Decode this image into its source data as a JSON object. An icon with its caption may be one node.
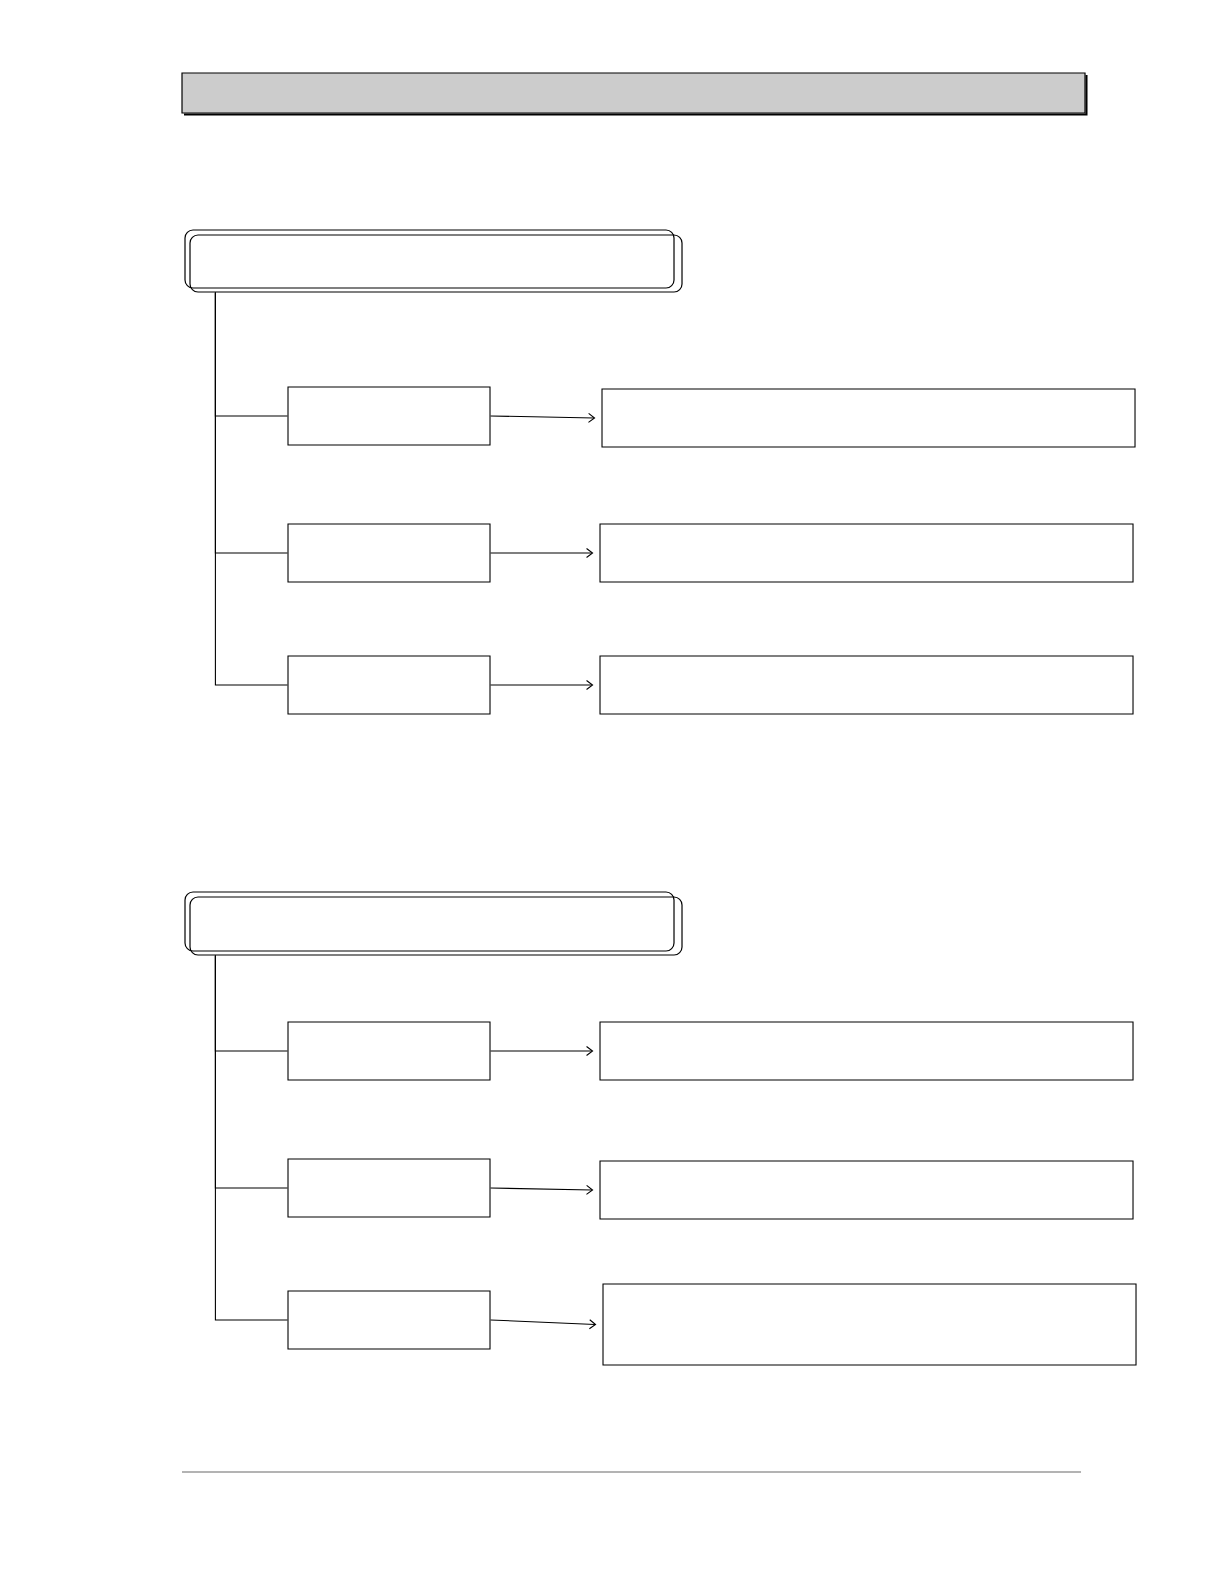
{
  "diagram": {
    "nodes": [
      {
        "text": [],
        "shape": "bar"
      },
      {
        "text": [],
        "shape": "box"
      },
      {
        "text": [],
        "shape": "box"
      },
      {
        "text": [],
        "shape": "box"
      },
      {
        "text": [],
        "shape": "box"
      },
      {
        "text": [],
        "shape": "box"
      },
      {
        "text": [],
        "shape": "box"
      },
      {
        "text": [],
        "shape": "box"
      },
      {
        "text": [],
        "shape": "box"
      },
      {
        "text": [],
        "shape": "box"
      },
      {
        "text": [],
        "shape": "box"
      },
      {
        "text": [],
        "shape": "box"
      },
      {
        "text": [],
        "shape": "box"
      },
      {
        "text": [],
        "shape": "box"
      },
      {
        "text": [],
        "shape": "box"
      }
    ],
    "edges": [
      {
        "from": 1,
        "to": 2,
        "arrow": "none"
      },
      {
        "from": 2,
        "to": 3,
        "arrow": "to"
      },
      {
        "from": 1,
        "to": 4,
        "arrow": "none"
      },
      {
        "from": 4,
        "to": 5,
        "arrow": "to"
      },
      {
        "from": 1,
        "to": 6,
        "arrow": "none"
      },
      {
        "from": 6,
        "to": 7,
        "arrow": "to"
      },
      {
        "from": 8,
        "to": 9,
        "arrow": "none"
      },
      {
        "from": 9,
        "to": 10,
        "arrow": "to"
      },
      {
        "from": 8,
        "to": 11,
        "arrow": "none"
      },
      {
        "from": 11,
        "to": 12,
        "arrow": "to"
      },
      {
        "from": 8,
        "to": 13,
        "arrow": "none"
      },
      {
        "from": 13,
        "to": 14,
        "arrow": "to"
      }
    ]
  }
}
